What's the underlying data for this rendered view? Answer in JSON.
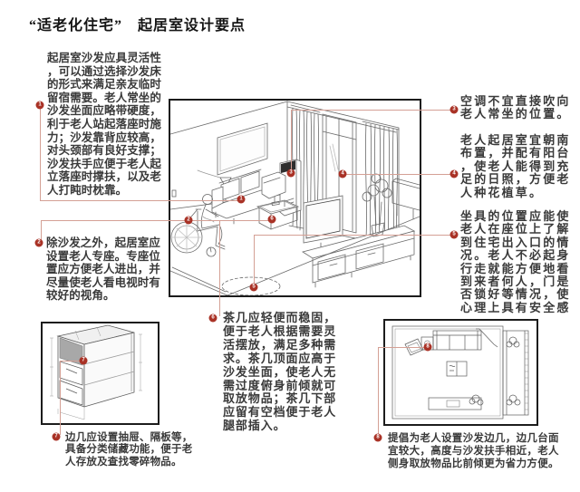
{
  "title": "“适老化住宅”　起居室设计要点",
  "colors": {
    "marker": "#a93226",
    "connector": "#d4a095",
    "frame": "#1c1c1c"
  },
  "annotations": [
    {
      "num": "1",
      "text": "起居室沙发应具灵活性\n，可以通过选择沙发床\n的形式来满足亲友临时\n留宿需要。老人常坐的\n沙发坐面应略带硬度，\n利于老人站起落座时施\n力；沙发靠背应较高，\n对头颈部有良好支撑；\n沙发扶手应便于老人起\n立落座时撑扶，以及老\n人打盹时枕靠。"
    },
    {
      "num": "2",
      "text": "除沙发之外，起居室应\n设置老人专座。专座位\n置应方便老人进出，并\n尽量使老人看电视时有\n较好的视角。"
    },
    {
      "num": "3",
      "text": "空调不宜直接吹向\n老人常坐的位置。"
    },
    {
      "num": "4",
      "text": "老人起居室宜朝南\n布置，并配有阳台\n，使老人能得到充\n足的日照，方便老\n人种花植草。"
    },
    {
      "num": "5",
      "text": "坐具的位置应能使\n老人在座位上了解\n到住宅出入口的情\n况。老人不必起身\n行走就能方便地看\n到来者何人，门是\n否锁好等情况，使\n心理上具有安全感"
    },
    {
      "num": "6",
      "text": "茶几应轻便而稳固，\n便于老人根据需要灵\n活摆放，满足多种需\n求。茶几顶面应高于\n沙发坐面，使老人无\n需过度俯身前倾就可\n取放物品；茶几下部\n应留有空档便于老人\n腿部插入。"
    },
    {
      "num": "7",
      "text": "边几应设置抽屉、隔板等，\n具备分类储藏功能，便于老\n人存放及查找零碎物品。"
    },
    {
      "num": "8",
      "text": "提倡为老人设置沙发边几，边几台面\n宜较大，高度与沙发扶手相近，老人\n侧身取放物品比前倾更为省力方便。"
    }
  ]
}
